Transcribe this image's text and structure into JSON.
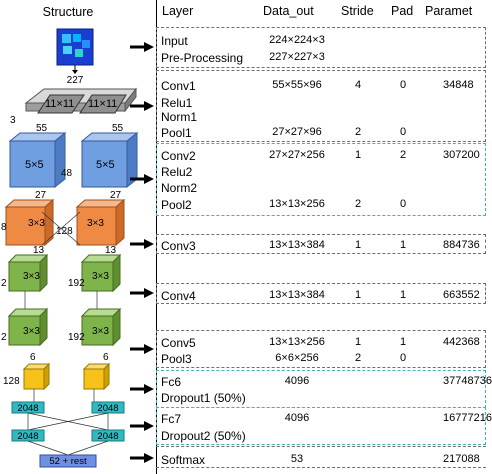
{
  "headers": {
    "structure": "Structure",
    "layer": "Layer",
    "data_out": "Data_out",
    "stride": "Stride",
    "pad": "Pad",
    "params": "Paramet"
  },
  "rows": [
    {
      "layer": "Input",
      "data_out": "224×224×3",
      "stride": "",
      "pad": "",
      "params": ""
    },
    {
      "layer": "Pre-Processing",
      "data_out": "227×227×3",
      "stride": "",
      "pad": "",
      "params": ""
    },
    {
      "layer": "Conv1",
      "data_out": "55×55×96",
      "stride": "4",
      "pad": "0",
      "params": "34848"
    },
    {
      "layer": "Relu1",
      "data_out": "",
      "stride": "",
      "pad": "",
      "params": ""
    },
    {
      "layer": "Norm1",
      "data_out": "",
      "stride": "",
      "pad": "",
      "params": ""
    },
    {
      "layer": "Pool1",
      "data_out": "27×27×96",
      "stride": "2",
      "pad": "0",
      "params": ""
    },
    {
      "layer": "Conv2",
      "data_out": "27×27×256",
      "stride": "1",
      "pad": "2",
      "params": "307200"
    },
    {
      "layer": "Relu2",
      "data_out": "",
      "stride": "",
      "pad": "",
      "params": ""
    },
    {
      "layer": "Norm2",
      "data_out": "",
      "stride": "",
      "pad": "",
      "params": ""
    },
    {
      "layer": "Pool2",
      "data_out": "13×13×256",
      "stride": "2",
      "pad": "0",
      "params": ""
    },
    {
      "layer": "Conv3",
      "data_out": "13×13×384",
      "stride": "1",
      "pad": "1",
      "params": "884736"
    },
    {
      "layer": "Conv4",
      "data_out": "13×13×384",
      "stride": "1",
      "pad": "1",
      "params": "663552"
    },
    {
      "layer": "Conv5",
      "data_out": "13×13×256",
      "stride": "1",
      "pad": "1",
      "params": "442368"
    },
    {
      "layer": "Pool3",
      "data_out": "6×6×256",
      "stride": "2",
      "pad": "0",
      "params": ""
    },
    {
      "layer": "Fc6",
      "data_out": "4096",
      "stride": "",
      "pad": "",
      "params": "37748736"
    },
    {
      "layer": "Dropout1 (50%)",
      "data_out": "",
      "stride": "",
      "pad": "",
      "params": ""
    },
    {
      "layer": "Fc7",
      "data_out": "4096",
      "stride": "",
      "pad": "",
      "params": "16777216"
    },
    {
      "layer": "Dropout2 (50%)",
      "data_out": "",
      "stride": "",
      "pad": "",
      "params": ""
    },
    {
      "layer": "Softmax",
      "data_out": "53",
      "stride": "",
      "pad": "",
      "params": "217088"
    }
  ],
  "structure": {
    "input_size": "227",
    "conv1_kernel": "11×11",
    "conv1_depth": "3",
    "conv1_out_left": "55",
    "conv1_out_right": "55",
    "conv2_kernel": "5×5",
    "conv2_depth": "48",
    "conv3_out_left": "27",
    "conv3_out_right": "27",
    "conv3_kernel": "3×3",
    "conv3_depth_left": "8",
    "conv3_depth_mid": "128",
    "conv4_out_left": "13",
    "conv4_out_right": "13",
    "conv4_kernel": "3×3",
    "conv4_depth_left": "2",
    "conv4_depth_right": "192",
    "conv5_kernel": "3×3",
    "conv5_depth_left": "2",
    "conv5_depth_right": "192",
    "pool_out": "6",
    "pool_out_right": "6",
    "pool_depth": "128",
    "fc6_left": "2048",
    "fc6_right": "2048",
    "fc7_left": "2048",
    "fc7_right": "2048",
    "softmax": "52 + rest"
  },
  "colors": {
    "input_blue": "#1a3fd0",
    "gray_box": "#bdbdbd",
    "blue_box": "#6f9fe0",
    "orange_box": "#ef8a45",
    "green_box": "#7fb44a",
    "yellow_box": "#f6c21a",
    "teal_box": "#2fb9c2",
    "softmax_box": "#6f8fe0",
    "cyan_border": "#47aebe"
  }
}
